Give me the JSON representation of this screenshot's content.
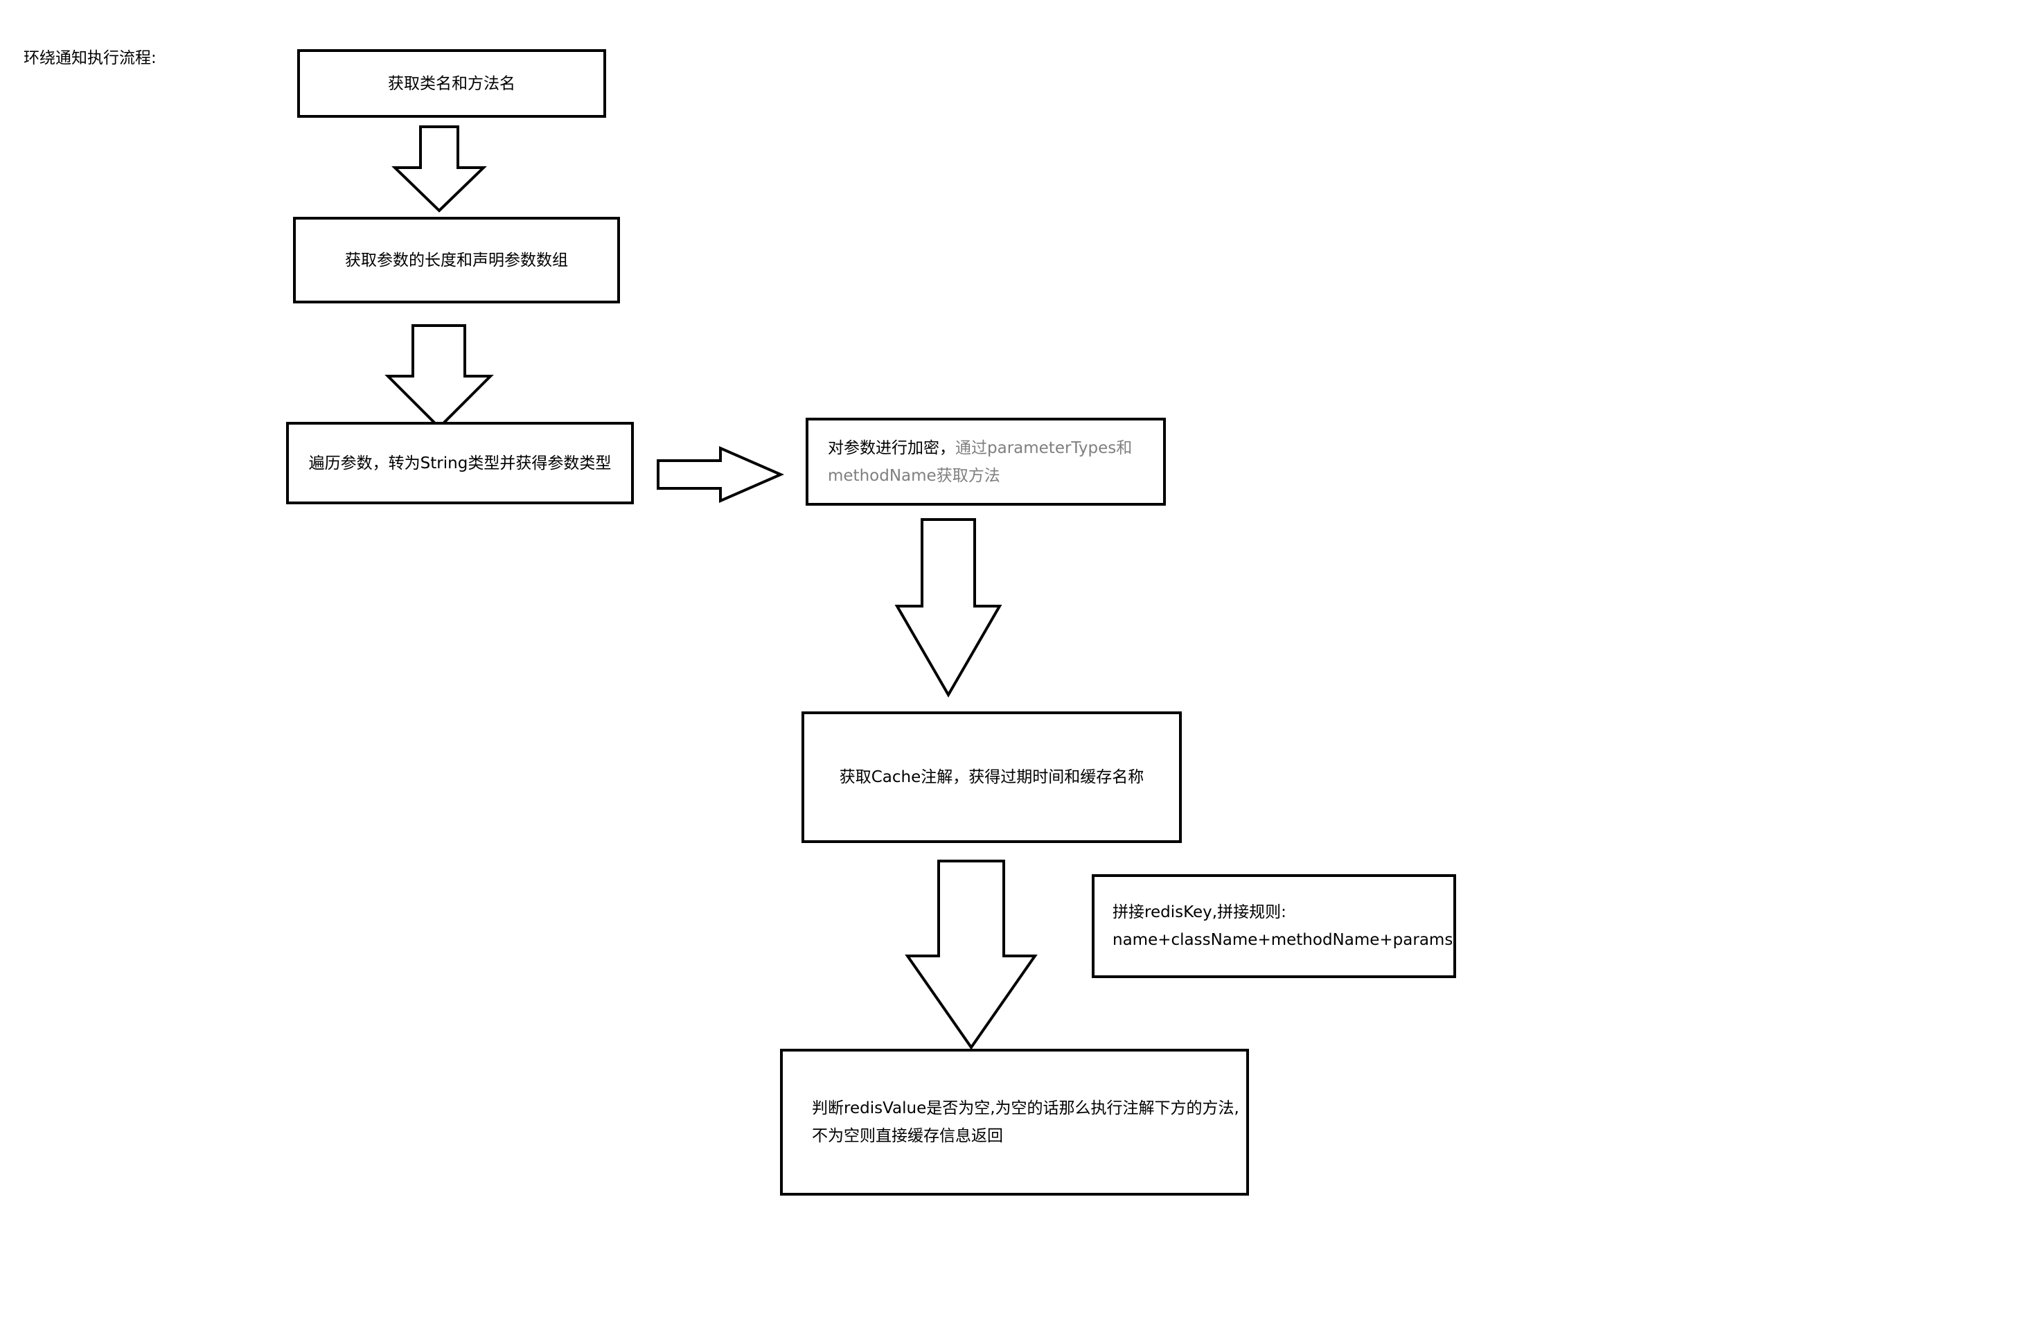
{
  "title": "环绕通知执行流程:",
  "steps": {
    "get_names": "获取类名和方法名",
    "get_params": "获取参数的长度和声明参数数组",
    "iterate_params": "遍历参数，转为String类型并获得参数类型",
    "encrypt_params": {
      "line1": "对参数进行加密，",
      "line1_grey": "通过parameterTypes和",
      "line2_grey": "methodName",
      "line2_rest": "获取方法"
    },
    "get_cache_annotation": "获取Cache注解，获得过期时间和缓存名称",
    "redis_value_check": {
      "line1": "判断redisValue是否为空,为空的话那么执行注解下方的方法,",
      "line2": "不为空则直接缓存信息返回"
    }
  },
  "note": {
    "line1": "拼接redisKey,拼接规则:",
    "line2": "name+className+methodName+params"
  }
}
